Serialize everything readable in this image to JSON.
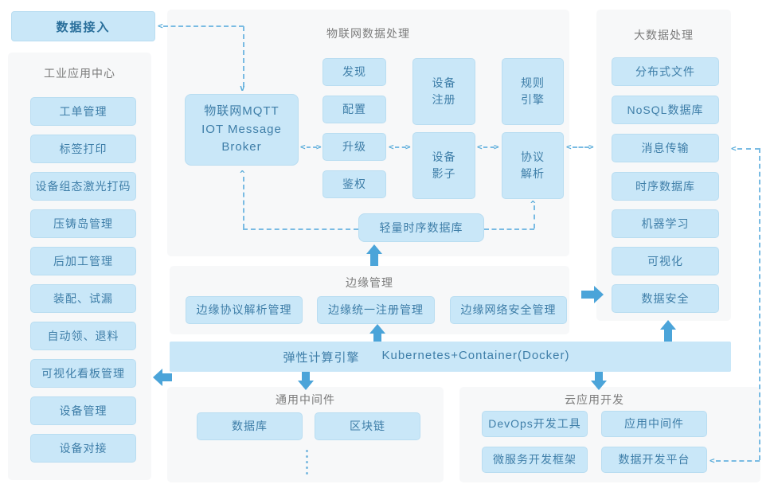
{
  "icons": {
    "chevron_left": "<",
    "chevron_right": ">",
    "chevron_up": "^",
    "chevron_down": "v"
  },
  "data_access": {
    "label": "数据接入"
  },
  "industrial": {
    "title": "工业应用中心",
    "items": [
      "工单管理",
      "标签打印",
      "设备组态激光打码",
      "压铸岛管理",
      "后加工管理",
      "装配、试漏",
      "自动领、退料",
      "可视化看板管理",
      "设备管理",
      "设备对接"
    ]
  },
  "iot": {
    "title": "物联网数据处理",
    "broker": "物联网MQTT\nIOT Message\nBroker",
    "functions": [
      "发现",
      "配置",
      "升级",
      "鉴权"
    ],
    "device_registry": "设备\n注册",
    "device_shadow": "设备\n影子",
    "rule_engine": "规则\n引擎",
    "protocol_parse": "协议\n解析",
    "tsdb": "轻量时序数据库"
  },
  "bigdata": {
    "title": "大数据处理",
    "items": [
      "分布式文件",
      "NoSQL数据库",
      "消息传输",
      "时序数据库",
      "机器学习",
      "可视化",
      "数据安全"
    ]
  },
  "edge": {
    "title": "边缘管理",
    "items": [
      "边缘协议解析管理",
      "边缘统一注册管理",
      "边缘网络安全管理"
    ]
  },
  "engine": {
    "title": "弹性计算引擎",
    "subtitle": "Kubernetes+Container(Docker)"
  },
  "middleware": {
    "title": "通用中间件",
    "items": [
      "数据库",
      "区块链"
    ]
  },
  "cloudapp": {
    "title": "云应用开发",
    "items": [
      "DevOps开发工具",
      "应用中间件",
      "微服务开发框架",
      "数据开发平台"
    ]
  },
  "colors": {
    "box_fill": "#c9e7f8",
    "box_text": "#3e7ea8",
    "panel_bg": "#f7f8f9",
    "title_text": "#7b7b7b",
    "solid_arrow": "#4ba4d9",
    "dashed_line": "#79bbe3",
    "access_text": "#2a6f9b"
  },
  "connections": [
    "iot-broker --> data-access (dashed)",
    "iot-broker <-> upgrade <-> device-shadow <-> protocol-parse <-> bigdata (dashed)",
    "iot-broker <-- tsdb (dashed)",
    "tsdb --> protocol-parse (dashed)",
    "edge-panel -> tsdb (solid up)",
    "compute-bar -> edge-register (solid up)",
    "compute-bar -> data-security (solid up)",
    "edge-panel -> data-security (solid right)",
    "compute-bar -> industrial-panel (solid left)",
    "compute-bar -> middleware (solid down)",
    "compute-bar -> cloudapp (solid down)",
    "message-transfer <-- right-rail --> data-dev-platform (dashed)"
  ]
}
